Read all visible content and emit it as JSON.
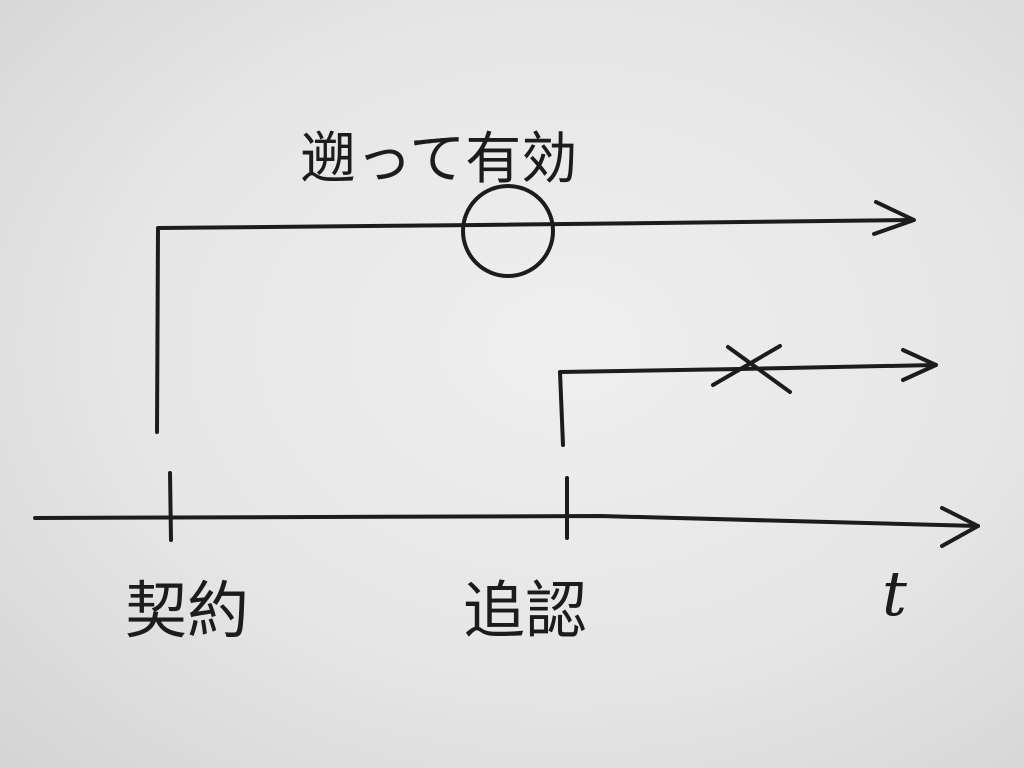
{
  "labels": {
    "top_note": "遡って有効",
    "contract": "契約",
    "ratification": "追認",
    "time_axis": "t"
  },
  "marks": {
    "valid_symbol": "circle-mark",
    "invalid_symbol": "cross-mark"
  },
  "colors": {
    "ink": "#1c1c1c",
    "paper": "#e9e9e9"
  }
}
